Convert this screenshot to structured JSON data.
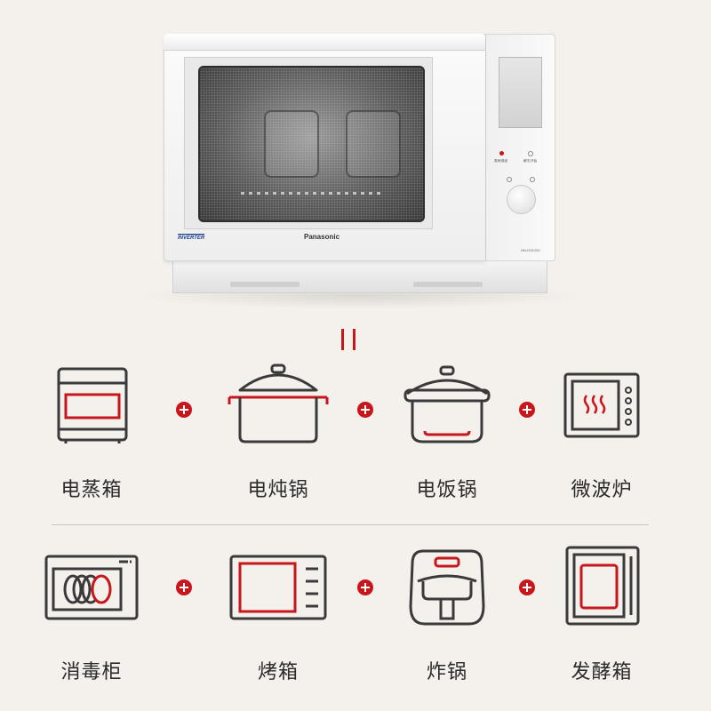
{
  "product": {
    "brand": "Panasonic",
    "inverter_badge": "INVERTER",
    "model": "NN-DS1200",
    "control_labels": [
      "蒸烤/微波",
      "解冻/开始"
    ]
  },
  "equals_symbol": "=",
  "rows": [
    {
      "items": [
        {
          "label": "电蒸箱",
          "icon": "steamer-icon"
        },
        {
          "label": "电炖锅",
          "icon": "stew-pot-icon"
        },
        {
          "label": "电饭锅",
          "icon": "rice-cooker-icon"
        },
        {
          "label": "微波炉",
          "icon": "microwave-icon"
        }
      ]
    },
    {
      "items": [
        {
          "label": "消毒柜",
          "icon": "sterilizer-cabinet-icon"
        },
        {
          "label": "烤箱",
          "icon": "oven-icon"
        },
        {
          "label": "炸锅",
          "icon": "air-fryer-icon"
        },
        {
          "label": "发酵箱",
          "icon": "proofing-box-icon"
        }
      ]
    }
  ],
  "colors": {
    "background": "#f4f0ec",
    "accent_red": "#c8161d",
    "icon_stroke": "#3a3a3a",
    "label_text": "#2a2a2a"
  }
}
